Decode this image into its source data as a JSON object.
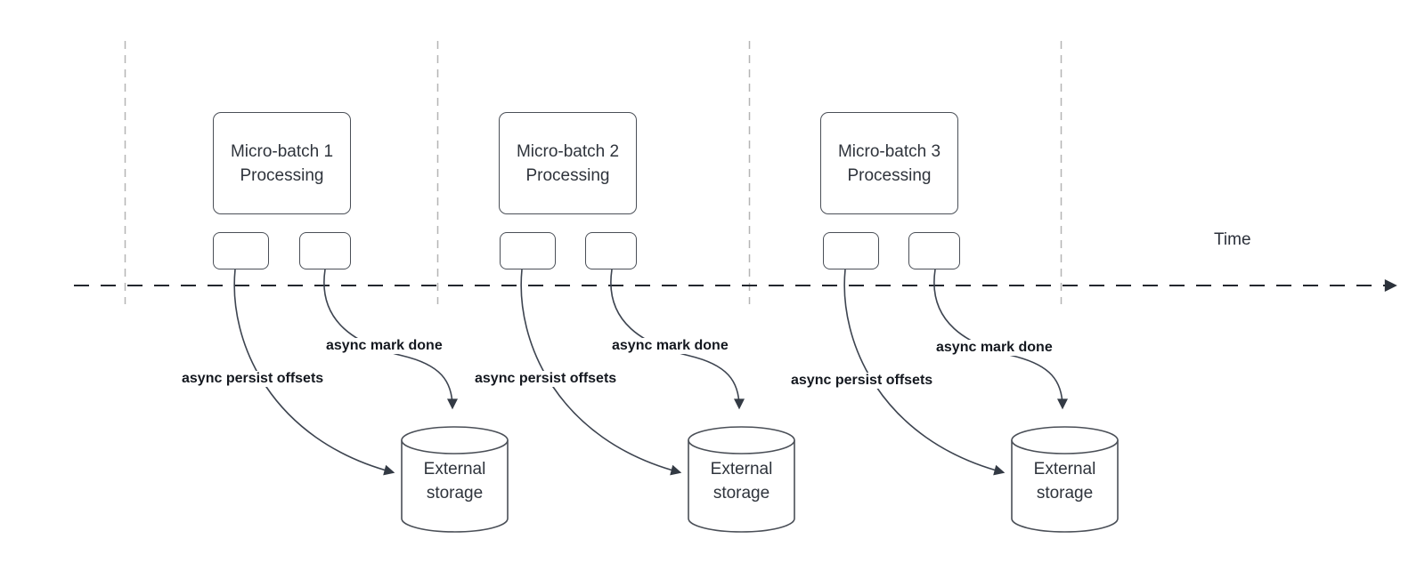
{
  "diagram": {
    "time_axis_label": "Time",
    "groups": [
      {
        "processing_label": "Micro-batch 1\nProcessing",
        "persist_label": "async persist offsets",
        "markdone_label": "async mark done",
        "storage_label": "External\nstorage"
      },
      {
        "processing_label": "Micro-batch 2\nProcessing",
        "persist_label": "async persist offsets",
        "markdone_label": "async mark done",
        "storage_label": "External\nstorage"
      },
      {
        "processing_label": "Micro-batch 3\nProcessing",
        "persist_label": "async persist offsets",
        "markdone_label": "async mark done",
        "storage_label": "External\nstorage"
      }
    ],
    "colors": {
      "background": "#ffffff",
      "guide_line": "#b5b5b5",
      "axis_line": "#23272e",
      "shape_border": "#4a4f57",
      "connector_line": "#3d4450",
      "arrowhead_fill": "#333a44",
      "bold_label_text": "#14181f",
      "shape_text": "#2f343c"
    }
  }
}
